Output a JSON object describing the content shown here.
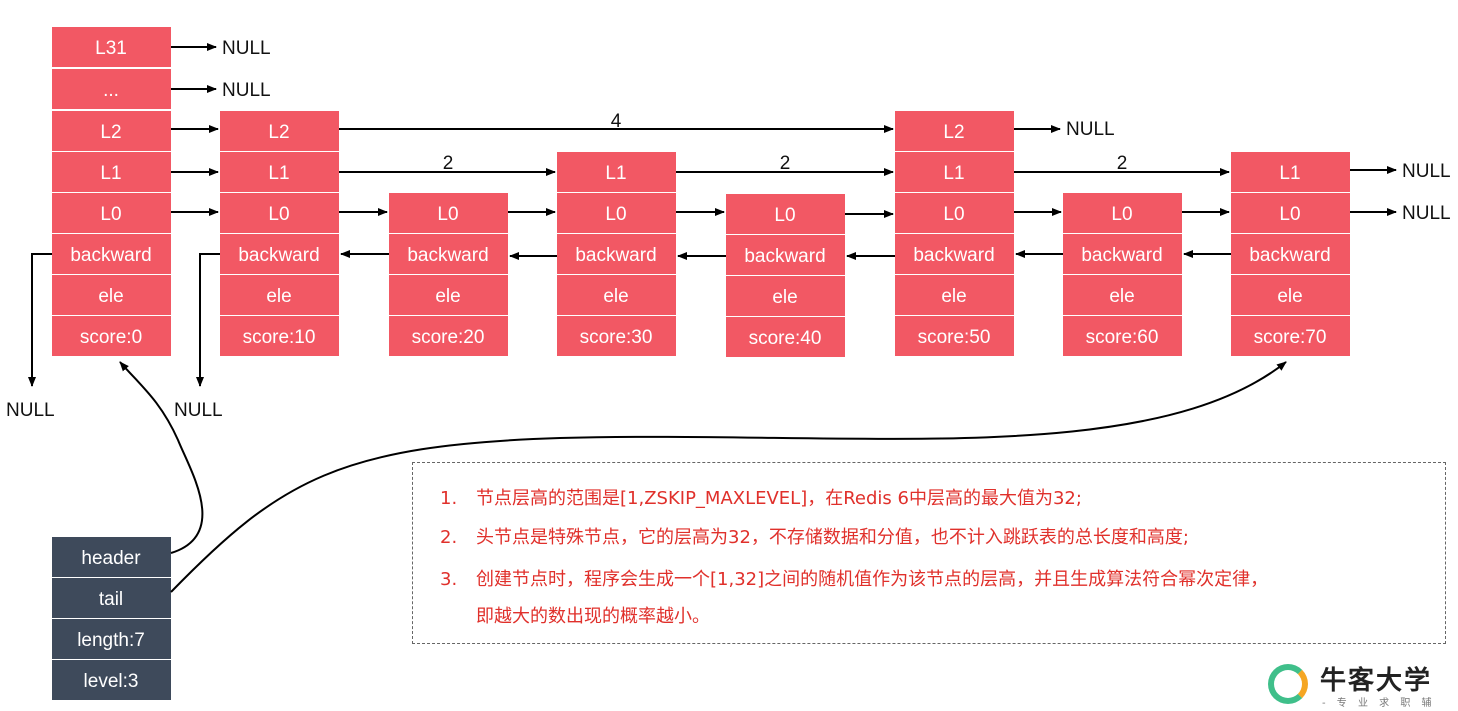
{
  "header_node": {
    "levels": [
      "L31",
      "...",
      "L2",
      "L1",
      "L0"
    ],
    "backward": "backward",
    "ele": "ele",
    "score": "score:0"
  },
  "nodes": [
    {
      "id": "n10",
      "levels": [
        "L2",
        "L1",
        "L0"
      ],
      "backward": "backward",
      "ele": "ele",
      "score": "score:10"
    },
    {
      "id": "n20",
      "levels": [
        "L0"
      ],
      "backward": "backward",
      "ele": "ele",
      "score": "score:20"
    },
    {
      "id": "n30",
      "levels": [
        "L1",
        "L0"
      ],
      "backward": "backward",
      "ele": "ele",
      "score": "score:30"
    },
    {
      "id": "n40",
      "levels": [
        "L0"
      ],
      "backward": "backward",
      "ele": "ele",
      "score": "score:40"
    },
    {
      "id": "n50",
      "levels": [
        "L2",
        "L1",
        "L0"
      ],
      "backward": "backward",
      "ele": "ele",
      "score": "score:50"
    },
    {
      "id": "n60",
      "levels": [
        "L0"
      ],
      "backward": "backward",
      "ele": "ele",
      "score": "score:60"
    },
    {
      "id": "n70",
      "levels": [
        "L1",
        "L0"
      ],
      "backward": "backward",
      "ele": "ele",
      "score": "score:70"
    }
  ],
  "null_label": "NULL",
  "spans": {
    "l2_header_to_50": "4",
    "l1_10_to_30": "2",
    "l1_30_to_50": "2",
    "l1_50_to_70": "2"
  },
  "skiplist_meta": {
    "header": "header",
    "tail": "tail",
    "length": "length:7",
    "level": "level:3"
  },
  "notes": [
    {
      "num": "1.",
      "text": "节点层高的范围是[1,ZSKIP_MAXLEVEL]，在Redis 6中层高的最大值为32;"
    },
    {
      "num": "2.",
      "text": "头节点是特殊节点，它的层高为32，不存储数据和分值，也不计入跳跃表的总长度和高度;"
    },
    {
      "num": "3.",
      "text": "创建节点时，程序会生成一个[1,32]之间的随机值作为该节点的层高，并且生成算法符合幂次定律，"
    },
    {
      "num": "",
      "text": "即越大的数出现的概率越小。"
    }
  ],
  "logo": {
    "title": "牛客大学",
    "subtitle": "- 专 业 求 职 辅 导 -"
  },
  "colors": {
    "node_fill": "#f25864",
    "meta_fill": "#3e4a5b",
    "note_text": "#e0302b"
  }
}
